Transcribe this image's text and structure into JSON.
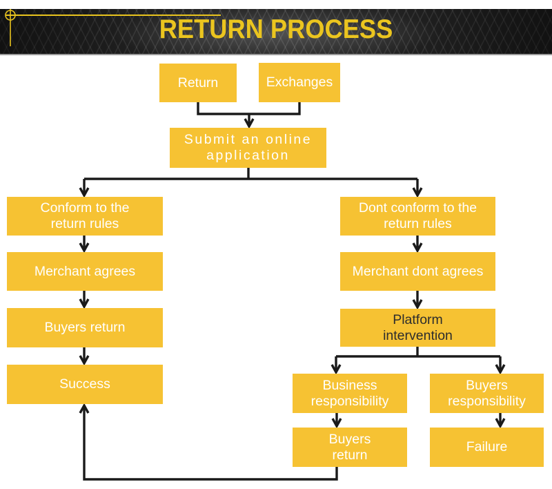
{
  "header": {
    "title": "RETURN PROCESS",
    "title_color": "#EBC51F",
    "bar_color": "#262626",
    "ornament_color": "#E9C41E"
  },
  "flowchart": {
    "nodes": {
      "return": {
        "label": "Return"
      },
      "exchanges": {
        "label": "Exchanges"
      },
      "submit": {
        "label": "Submit an online\napplication"
      },
      "conform": {
        "label": "Conform to the\nreturn rules"
      },
      "merchant_agrees": {
        "label": "Merchant agrees"
      },
      "buyers_return": {
        "label": "Buyers return"
      },
      "success": {
        "label": "Success"
      },
      "dont_conform": {
        "label": "Dont conform to the\nreturn rules"
      },
      "merchant_dont_agrees": {
        "label": "Merchant dont agrees"
      },
      "platform_intervention": {
        "label": "Platform\nintervention"
      },
      "business_responsibility": {
        "label": "Business\nresponsibility"
      },
      "buyers_responsibility": {
        "label": "Buyers\nresponsibility"
      },
      "buyers_return_2": {
        "label": "Buyers\nreturn"
      },
      "failure": {
        "label": "Failure"
      }
    },
    "colors": {
      "node_fill": "#F6C233",
      "node_text": "#FFFFFF",
      "platform_intervention_text": "#2D2D2D",
      "connector": "#1A1A1A"
    }
  }
}
